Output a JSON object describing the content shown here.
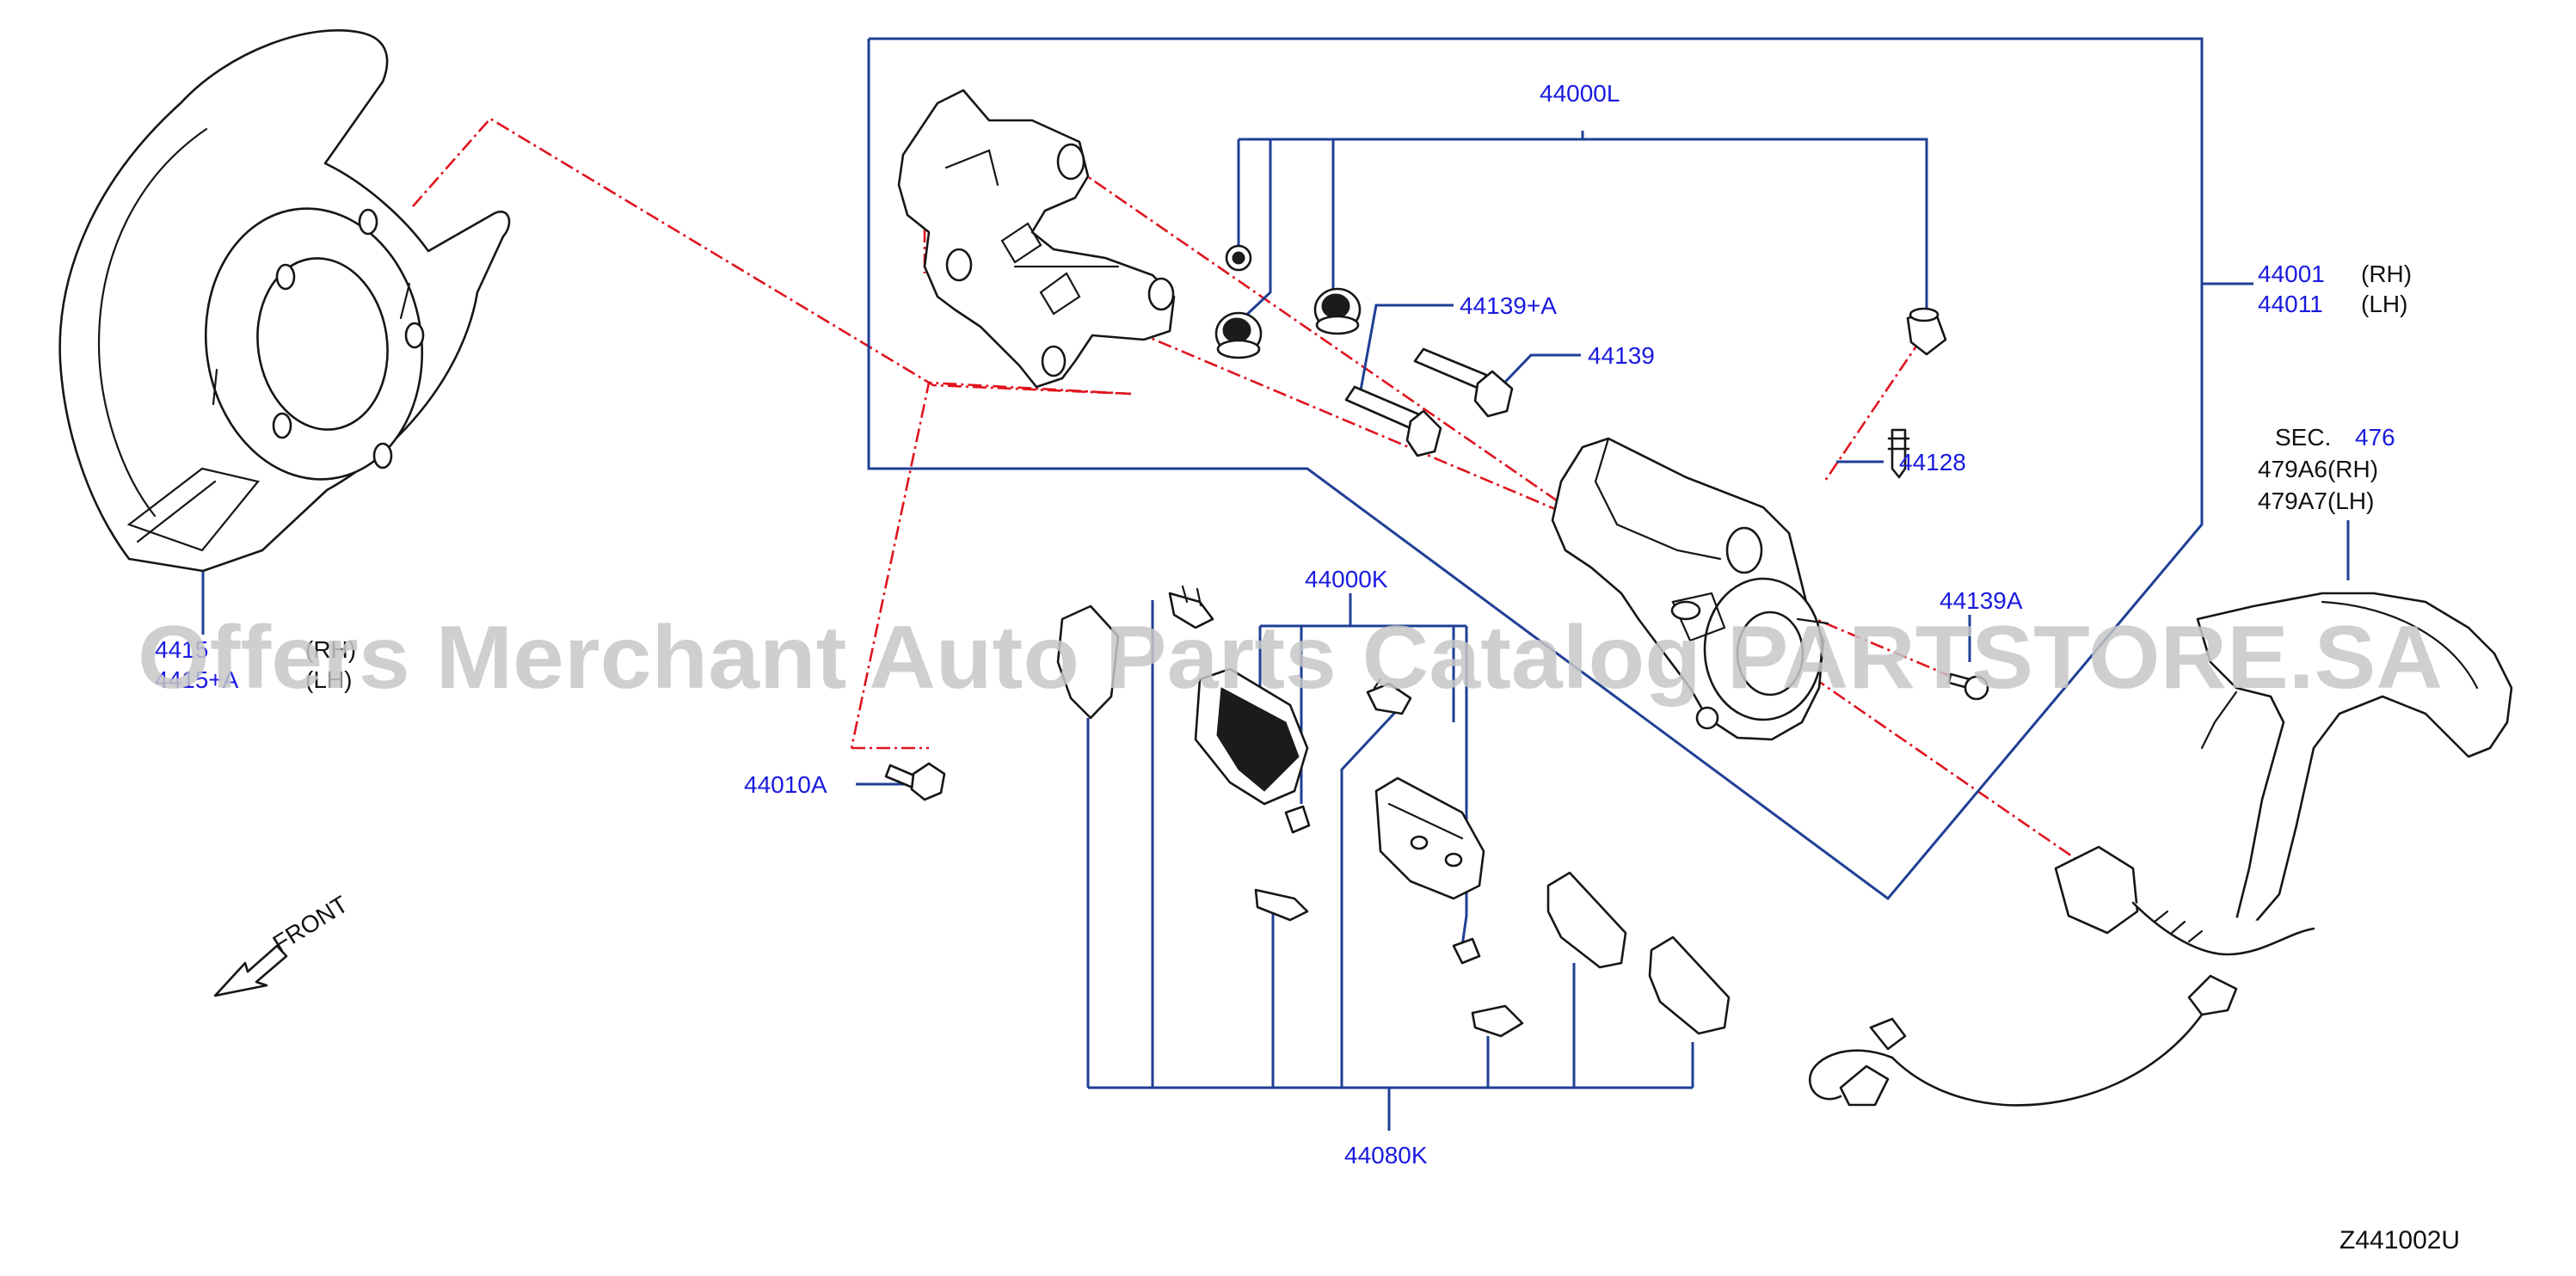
{
  "diagram": {
    "code": "Z441002U",
    "front_label": "FRONT",
    "watermark": "Offers Merchant Auto Parts Catalog PARTSTORE.SA",
    "part_numbers": {
      "caliper_assy": "44000L",
      "caliper_rh_no": "44001",
      "caliper_rh_side": "(RH)",
      "caliper_lh_no": "44011",
      "caliper_lh_side": "(LH)",
      "pin_bolt_a": "44139+A",
      "pin_bolt": "44139",
      "bleeder": "44128",
      "bolt_a": "44139A",
      "pad_kit": "44000K",
      "pad_shim_kit": "44080K",
      "anchor_bolt": "44010A",
      "plate_rh_no": "4415",
      "plate_rh_side": "(RH)",
      "plate_lh_no": "4415+A",
      "plate_lh_side": "(LH)"
    },
    "sensor": {
      "sec_label": "SEC.",
      "sec_number": "476",
      "rh": "479A6(RH)",
      "lh": "479A7(LH)"
    }
  },
  "colors": {
    "part_number": "#1a1ae0",
    "leader_line": "#1f3f95",
    "centerline": "#e0141e",
    "outline": "#161616"
  }
}
